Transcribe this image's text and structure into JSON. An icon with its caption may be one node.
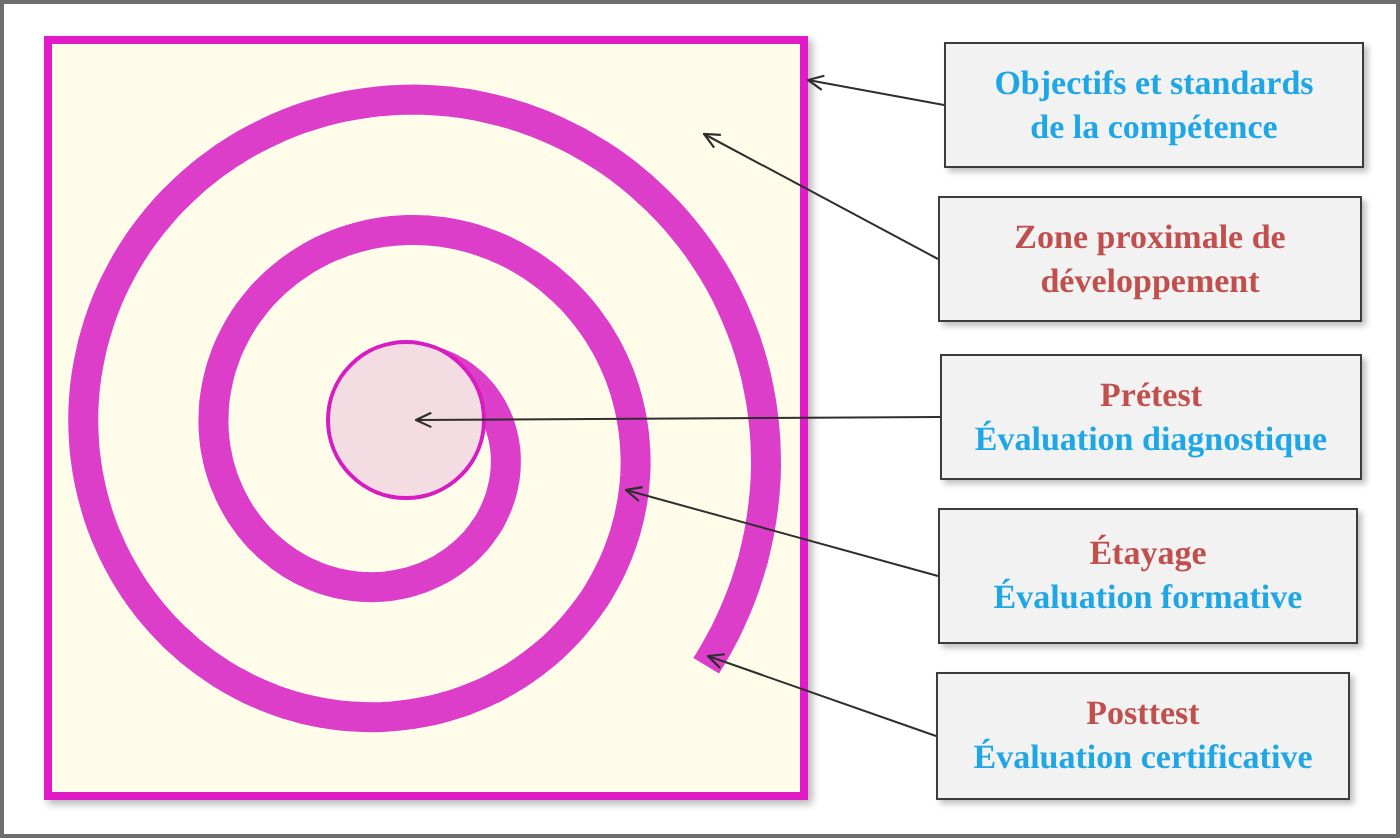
{
  "diagram": {
    "nodes": [
      {
        "text": [],
        "shape": "box"
      },
      {
        "text": [],
        "shape": "spiral",
        "in": 0
      },
      {
        "text": [],
        "shape": "circle",
        "in": 1
      },
      {
        "text": [
          "Objectifs et standards de la compétence"
        ]
      },
      {
        "text": [
          "Zone proximale de développement"
        ]
      },
      {
        "text": [
          "Prétest",
          "Évaluation diagnostique"
        ]
      },
      {
        "text": [
          "Étayage",
          "Évaluation formative"
        ]
      },
      {
        "text": [
          "Posttest",
          "Évaluation certificative"
        ]
      }
    ],
    "edges": [
      {
        "from": 3,
        "to": 0,
        "arrow": "to"
      },
      {
        "from": 4,
        "to": 0,
        "arrow": "to"
      },
      {
        "from": 5,
        "to": 2,
        "arrow": "to"
      },
      {
        "from": 6,
        "to": 1,
        "arrow": "to"
      },
      {
        "from": 7,
        "to": 1,
        "arrow": "to"
      }
    ]
  }
}
